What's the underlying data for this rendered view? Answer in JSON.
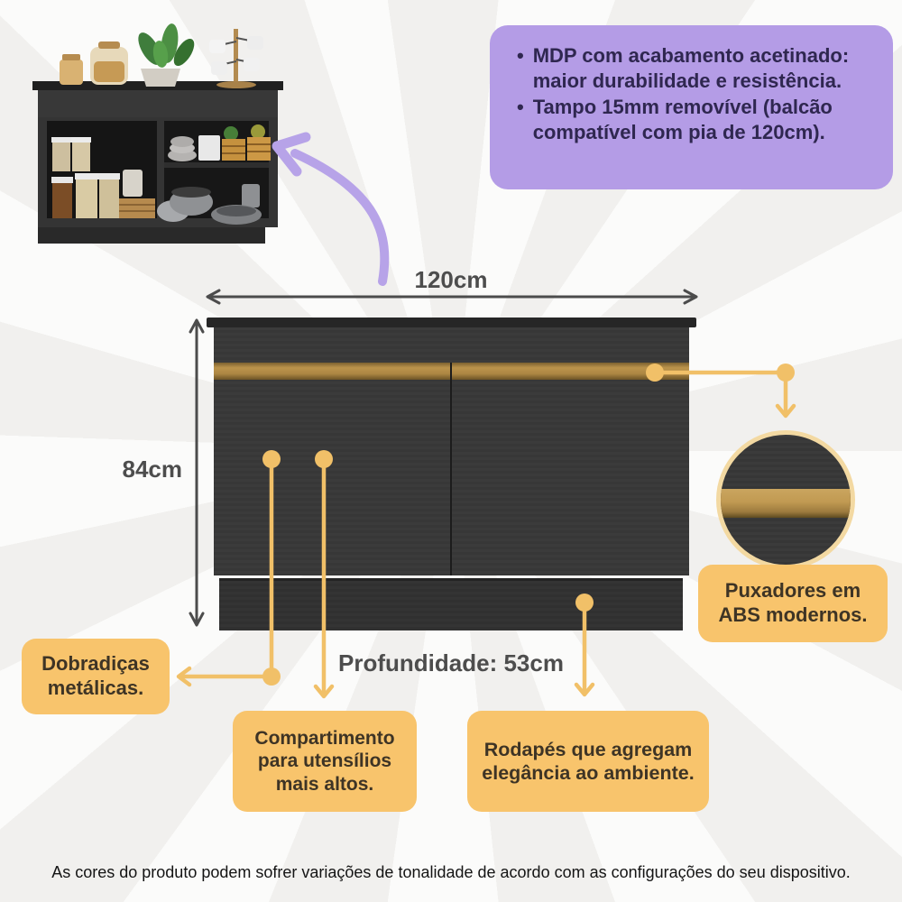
{
  "features_box": {
    "bullet": "•",
    "items": [
      "MDP com acabamento acetinado: maior durabilidade e resistência.",
      "Tampo 15mm removível (balcão compatível com pia de 120cm)."
    ]
  },
  "dimensions": {
    "width_label": "120cm",
    "height_label": "84cm",
    "depth_label": "Profundidade: 53cm"
  },
  "callouts": {
    "hinges": "Dobradiças metálicas.",
    "compartment": "Compartimento para utensílios mais altos.",
    "baseboard": "Rodapés que agregam elegância ao ambiente.",
    "handles": "Puxadores em ABS modernos."
  },
  "disclaimer": "As cores do produto podem sofrer variações de tonalidade de acordo com as configurações do seu dispositivo.",
  "icons": {
    "purple_arrow": "curved-arrow-up-left",
    "zoom_circle": "handle-detail-magnifier",
    "connectors": "callout-connector-lines"
  },
  "colors": {
    "accent_purple": "#b49ce6",
    "accent_yellow": "#f8c46c",
    "connector_yellow": "#f1c068",
    "cabinet_dark": "#383838",
    "handle_gold": "#ab8643",
    "dimension_gray": "#4d4d4d"
  }
}
